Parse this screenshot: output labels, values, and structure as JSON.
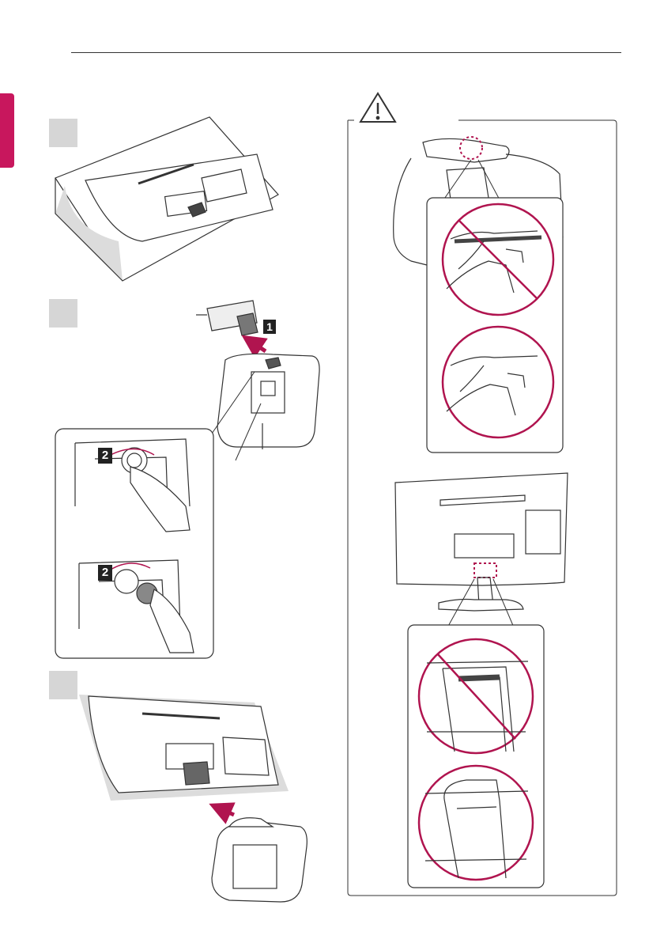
{
  "page": {
    "section_tab_color": "#c8175d",
    "accent_color": "#b0144f",
    "neutral_gray": "#d6d6d6"
  },
  "steps": [
    {
      "id": "step-1"
    },
    {
      "id": "step-2",
      "callout_number_1": "1",
      "callout_number_2": "2"
    },
    {
      "id": "step-3"
    }
  ],
  "caution": {
    "icon": "warning-triangle-icon"
  }
}
